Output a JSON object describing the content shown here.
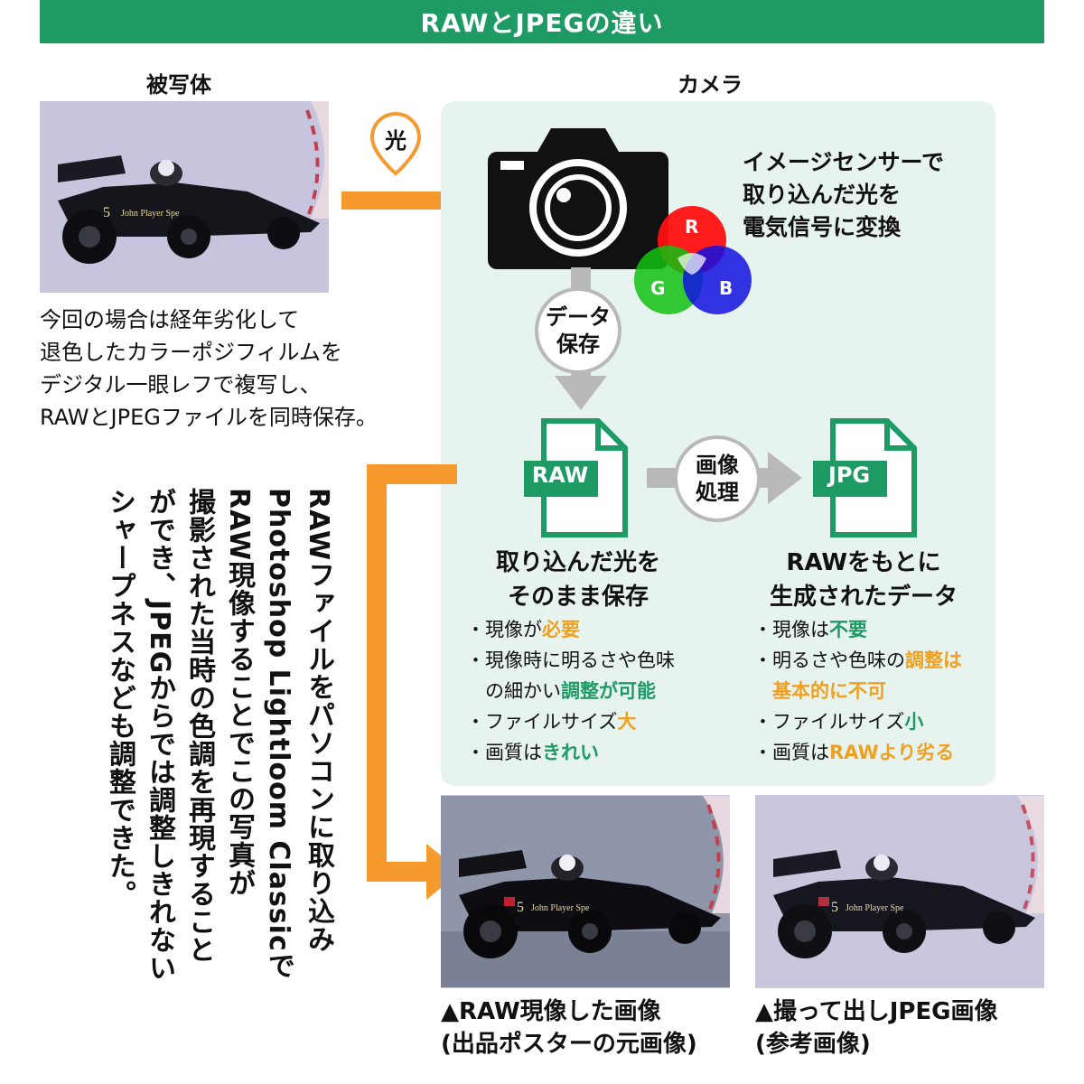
{
  "title": "RAWとJPEGの違い",
  "subject_label": "被写体",
  "camera_label": "カメラ",
  "light_label": "光",
  "sensor_text": [
    "イメージセンサーで",
    "取り込んだ光を",
    "電気信号に変換"
  ],
  "rgb": {
    "r": "R",
    "g": "G",
    "b": "B"
  },
  "data_save": [
    "データ",
    "保存"
  ],
  "image_process": [
    "画像",
    "処理"
  ],
  "raw_file_label": "RAW",
  "jpg_file_label": "JPG",
  "raw_desc_title": [
    "取り込んだ光を",
    "そのまま保存"
  ],
  "raw_bullets": [
    {
      "pre": "・現像が",
      "em": "必要",
      "color": "orange"
    },
    {
      "pre": "・現像時に明るさや色味",
      "em": "",
      "color": ""
    },
    {
      "pre": "　の細かい",
      "em": "調整が可能",
      "color": "green"
    },
    {
      "pre": "・ファイルサイズ",
      "em": "大",
      "color": "orange"
    },
    {
      "pre": "・画質は",
      "em": "きれい",
      "color": "green"
    }
  ],
  "jpg_desc_title": [
    "RAWをもとに",
    "生成されたデータ"
  ],
  "jpg_bullets": [
    {
      "pre": "・現像は",
      "em": "不要",
      "color": "green"
    },
    {
      "pre": "・明るさや色味の",
      "em": "調整は",
      "color": "orange"
    },
    {
      "pre": "　",
      "em": "基本的に不可",
      "color": "orange"
    },
    {
      "pre": "・ファイルサイズ",
      "em": "小",
      "color": "green"
    },
    {
      "pre": "・画質は",
      "em": "RAWより劣る",
      "color": "orange"
    }
  ],
  "left_text": [
    "今回の場合は経年劣化して",
    "退色したカラーポジフィルムを",
    "デジタル一眼レフで複写し、",
    "RAWとJPEGファイルを同時保存。"
  ],
  "vertical_text": [
    "RAWファイルをパソコンに取り込み",
    "Photoshop Lightloom Classicで",
    "RAW現像することでこの写真が",
    "撮影された当時の色調を再現すること",
    "ができ、JPEGからでは調整しきれない",
    "シャープネスなども調整できた。"
  ],
  "caption_raw": [
    "▲RAW現像した画像",
    "(出品ポスターの元画像)"
  ],
  "caption_jpg": [
    "▲撮って出しJPEG画像",
    "(参考画像)"
  ],
  "car_text": "John Player Spe",
  "car_number": "5",
  "colors": {
    "green": "#1e9a64",
    "orange": "#f79a2e",
    "panel": "#e7f3ee",
    "gray": "#b9b9b9"
  }
}
